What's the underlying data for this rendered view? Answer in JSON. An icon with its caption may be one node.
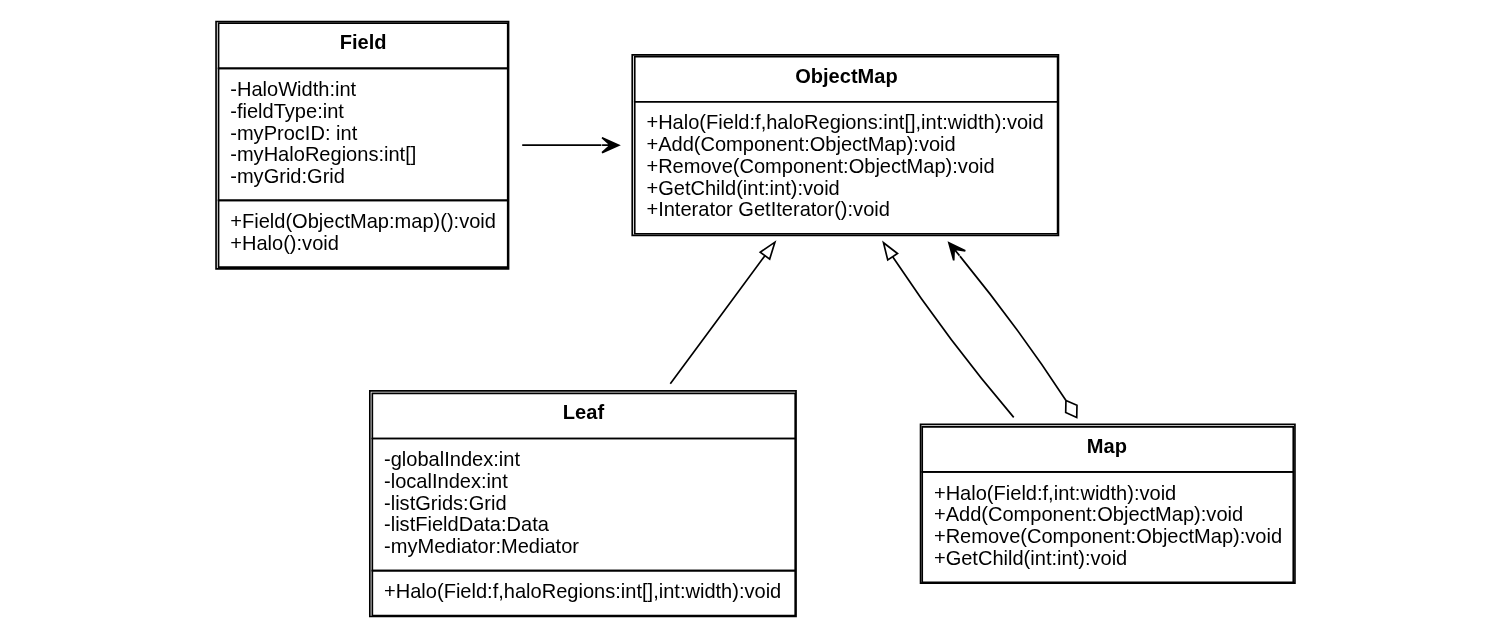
{
  "diagram": {
    "nodes": [
      {
        "text": [
          "Field",
          "-HaloWidth:int -fieldType:int -myProcID: int -myHaloRegions:int[] -myGrid:Grid",
          "+Field(ObjectMap:map)():void +Halo():void"
        ]
      },
      {
        "text": [
          "ObjectMap",
          "+Halo(Field:f,haloRegions:int[],int:width):void +Add(Component:ObjectMap):void +Remove(Component:ObjectMap):void +GetChild(int:int):void +Interator GetIterator():void"
        ]
      },
      {
        "text": [
          "Leaf",
          "-globalIndex:int -localIndex:int -listGrids:Grid -listFieldData:Data -myMediator:Mediator",
          "+Halo(Field:f,haloRegions:int[],int:width):void"
        ]
      },
      {
        "text": [
          "Map",
          "+Halo(Field:f,int:width):void +Add(Component:ObjectMap):void +Remove(Component:ObjectMap):void +GetChild(int:int):void"
        ]
      }
    ],
    "edges": [
      {
        "from": 0,
        "to": 1,
        "arrow": "to"
      },
      {
        "from": 2,
        "to": 1,
        "arrow": "to"
      },
      {
        "from": 3,
        "to": 1,
        "arrow": "to"
      },
      {
        "from": 3,
        "to": 1,
        "arrow": "to"
      }
    ]
  }
}
